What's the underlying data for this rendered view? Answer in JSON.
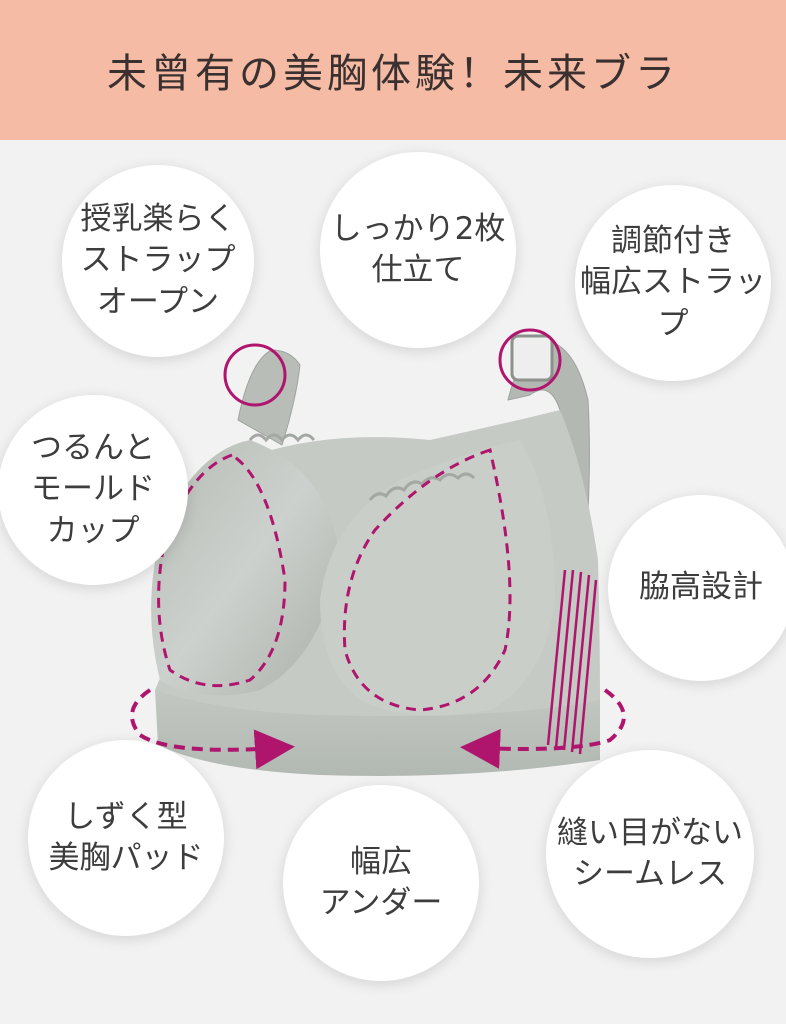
{
  "header": {
    "title": "未曾有の美胸体験！未来ブラ",
    "background": "#f5bba5"
  },
  "features": [
    {
      "label": "授乳楽らく\nストラップ\nオープン"
    },
    {
      "label": "しっかり2枚\n仕立て"
    },
    {
      "label": "調節付き\n幅広ストラップ"
    },
    {
      "label": "つるんと\nモールド\nカップ"
    },
    {
      "label": "脇高設計"
    },
    {
      "label": "しずく型\n美胸パッド"
    },
    {
      "label": "幅広\nアンダー"
    },
    {
      "label": "縫い目がない\nシームレス"
    }
  ],
  "colors": {
    "accent": "#b0156e",
    "garment": "#c3c8c3",
    "bubble": "#ffffff"
  }
}
